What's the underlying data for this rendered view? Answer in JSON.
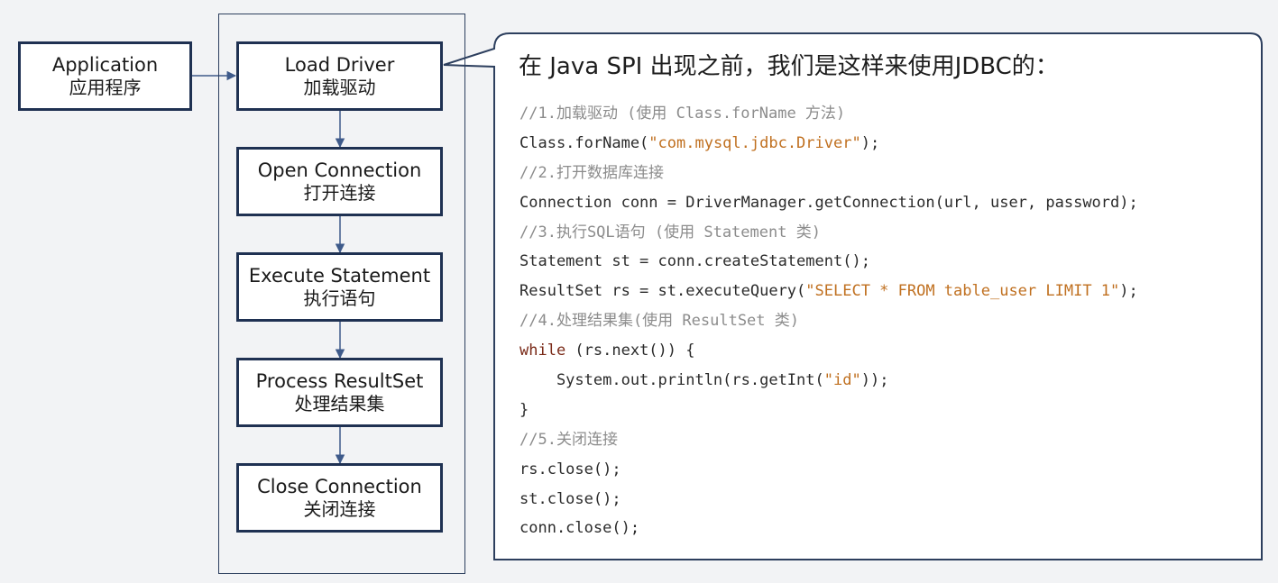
{
  "app_box": {
    "en": "Application",
    "zh": "应用程序"
  },
  "steps": [
    {
      "en": "Load Driver",
      "zh": "加载驱动"
    },
    {
      "en": "Open Connection",
      "zh": "打开连接"
    },
    {
      "en": "Execute Statement",
      "zh": "执行语句"
    },
    {
      "en": "Process ResultSet",
      "zh": "处理结果集"
    },
    {
      "en": "Close Connection",
      "zh": "关闭连接"
    }
  ],
  "callout": {
    "title": "在 Java SPI 出现之前，我们是这样来使用JDBC的：",
    "code": [
      {
        "type": "comment",
        "text": "//1.加载驱动 (使用 Class.forName 方法)"
      },
      {
        "type": "code",
        "pre": "Class.forName(",
        "str": "\"com.mysql.jdbc.Driver\"",
        "post": ");"
      },
      {
        "type": "comment",
        "text": "//2.打开数据库连接"
      },
      {
        "type": "code",
        "pre": "Connection conn = DriverManager.getConnection(url, user, password);"
      },
      {
        "type": "comment",
        "text": "//3.执行SQL语句 (使用 Statement 类)"
      },
      {
        "type": "code",
        "pre": "Statement st = conn.createStatement();"
      },
      {
        "type": "code",
        "pre": "ResultSet rs = st.executeQuery(",
        "str": "\"SELECT * FROM table_user LIMIT 1\"",
        "post": ");"
      },
      {
        "type": "comment",
        "text": "//4.处理结果集(使用 ResultSet 类)"
      },
      {
        "type": "code",
        "kw": "while",
        "pre": " (rs.next()) {"
      },
      {
        "type": "code",
        "pre": "    System.out.println(rs.getInt(",
        "str": "\"id\"",
        "post": "));"
      },
      {
        "type": "code",
        "pre": "}"
      },
      {
        "type": "comment",
        "text": "//5.关闭连接"
      },
      {
        "type": "code",
        "pre": "rs.close();"
      },
      {
        "type": "code",
        "pre": "st.close();"
      },
      {
        "type": "code",
        "pre": "conn.close();"
      }
    ]
  },
  "colors": {
    "box_border": "#1f3152",
    "arrow": "#3e5a8a",
    "comment": "#8c8c8c",
    "string": "#c07020",
    "keyword": "#7a2a18"
  }
}
